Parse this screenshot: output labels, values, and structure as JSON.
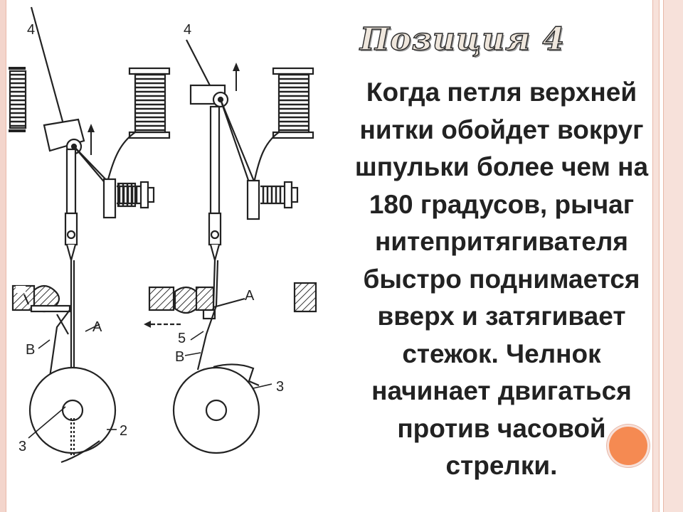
{
  "slide": {
    "title": "Позиция 4",
    "body_lines": [
      "Когда петля верхней",
      "нитки обойдет вокруг",
      "шпульки более чем на",
      "180 градусов, рычаг",
      "нитепритягивателя",
      "быстро поднимается",
      "вверх и затягивает",
      "стежок. Челнок",
      "начинает двигаться",
      "против часовой",
      "стрелки."
    ],
    "colors": {
      "accent_dot": "#f58a52",
      "edge": "#f7e1da",
      "text": "#222222"
    }
  },
  "diagram": {
    "left_labels": {
      "lever": "4",
      "thread_a": "A",
      "thread_b": "B",
      "bobbin": "3",
      "hook": "2"
    },
    "right_labels": {
      "lever": "4",
      "thread_a": "A",
      "bobbin": "3",
      "feed": "5",
      "thread_b": "B"
    }
  }
}
